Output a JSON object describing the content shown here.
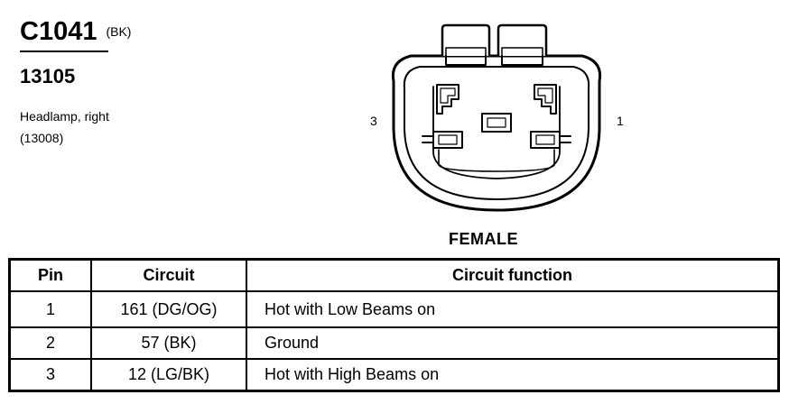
{
  "connector": {
    "id": "C1041",
    "color": "(BK)",
    "part_number": "13105",
    "description": "Headlamp, right",
    "component_ref": "(13008)"
  },
  "diagram": {
    "pin_left": "3",
    "pin_right": "1",
    "view": "FEMALE"
  },
  "table": {
    "headers": {
      "pin": "Pin",
      "circuit": "Circuit",
      "function": "Circuit function"
    },
    "rows": [
      {
        "pin": "1",
        "circuit": "161 (DG/OG)",
        "function": "Hot with Low Beams on"
      },
      {
        "pin": "2",
        "circuit": "57 (BK)",
        "function": "Ground"
      },
      {
        "pin": "3",
        "circuit": "12 (LG/BK)",
        "function": "Hot with High Beams on"
      }
    ]
  }
}
